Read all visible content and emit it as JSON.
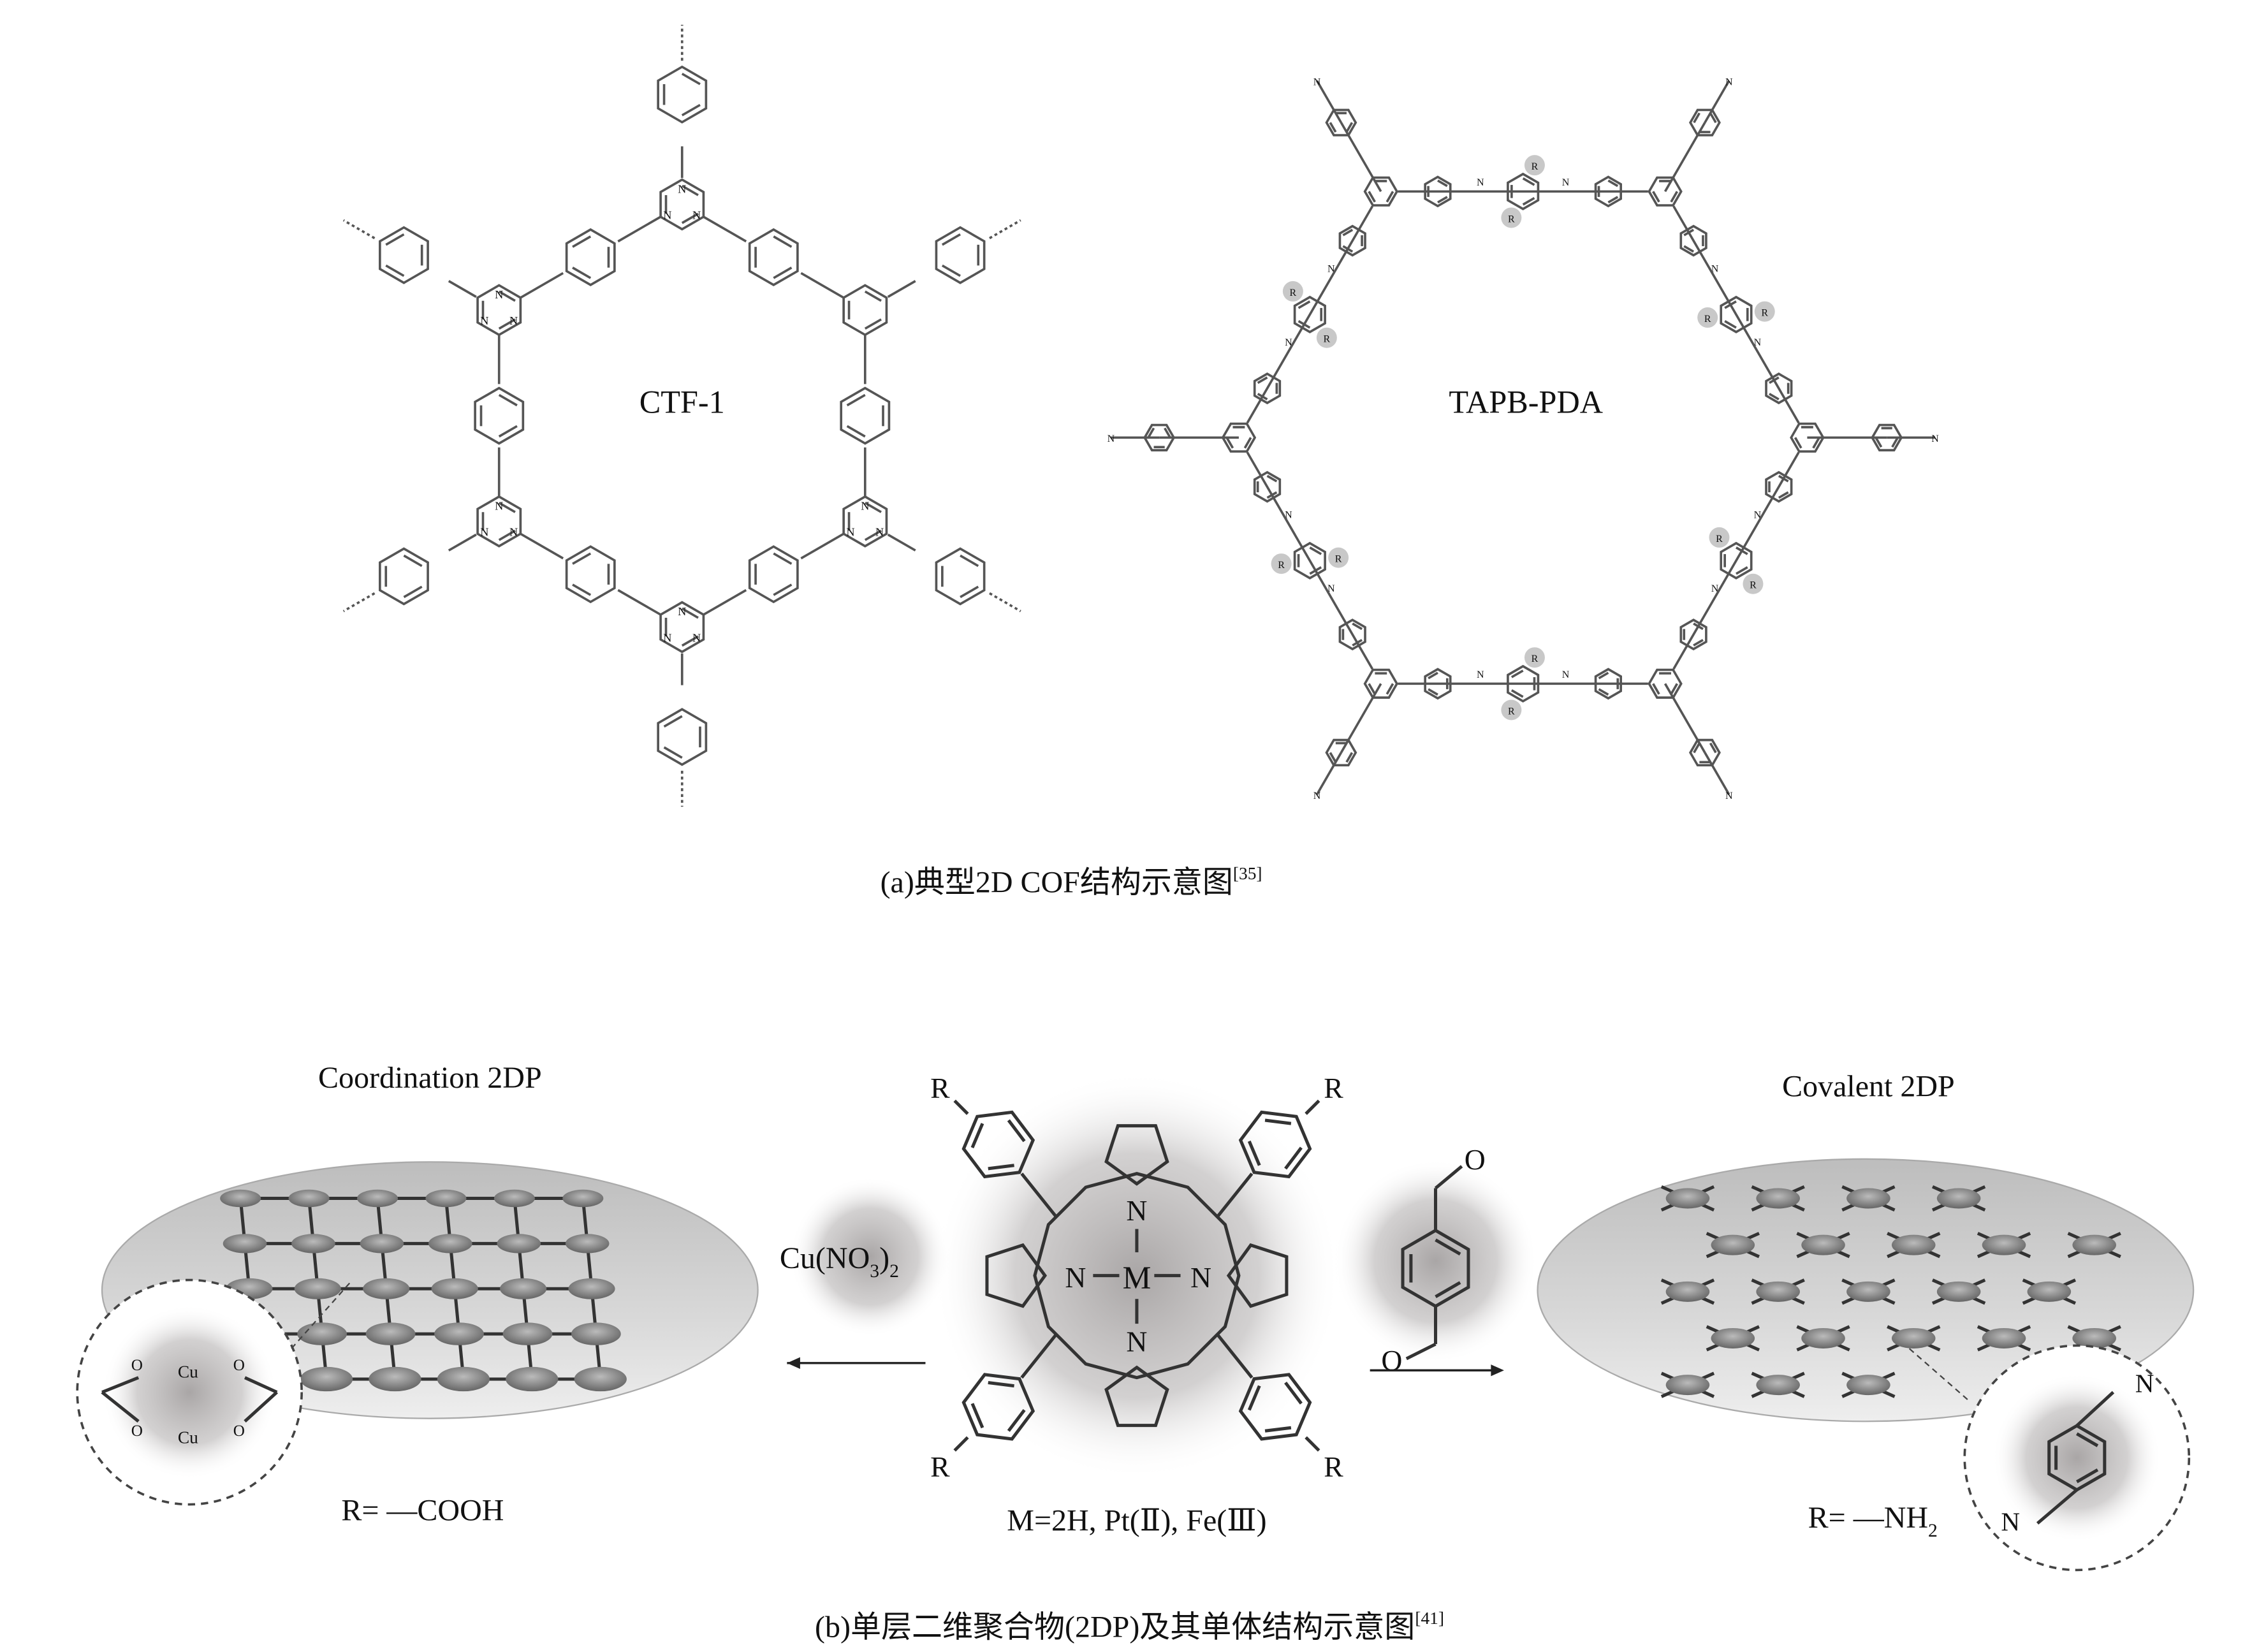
{
  "panel_a": {
    "ctf_label": "CTF-1",
    "tapb_label": "TAPB-PDA",
    "r_group_label": "R",
    "triazine_atom": "N",
    "imine_atom": "N",
    "caption": "(a)典型2D COF结构示意图",
    "caption_ref": "[35]"
  },
  "panel_b": {
    "left_title": "Coordination 2DP",
    "right_title": "Covalent 2DP",
    "reagent_left": {
      "main": "Cu(NO",
      "sub1": "3",
      "close": ")",
      "sub2": "2"
    },
    "reagent_right_atom": "O",
    "porphyrin": {
      "n_atom": "N",
      "metal": "M",
      "r_group": "R",
      "metal_options": "M=2H, Pt(Ⅱ), Fe(Ⅲ)"
    },
    "left_r": "R= —COOH",
    "right_r": {
      "main": "R= —NH",
      "sub": "2"
    },
    "cu_inset": {
      "cu": "Cu",
      "o": "O"
    },
    "imine_inset_atom": "N",
    "caption": "(b)单层二维聚合物(2DP)及其单体结构示意图",
    "caption_ref": "[41]"
  },
  "colors": {
    "line": "#555555",
    "disc": "#cfcfcf",
    "halo": "#9a9696",
    "text": "#111111"
  }
}
